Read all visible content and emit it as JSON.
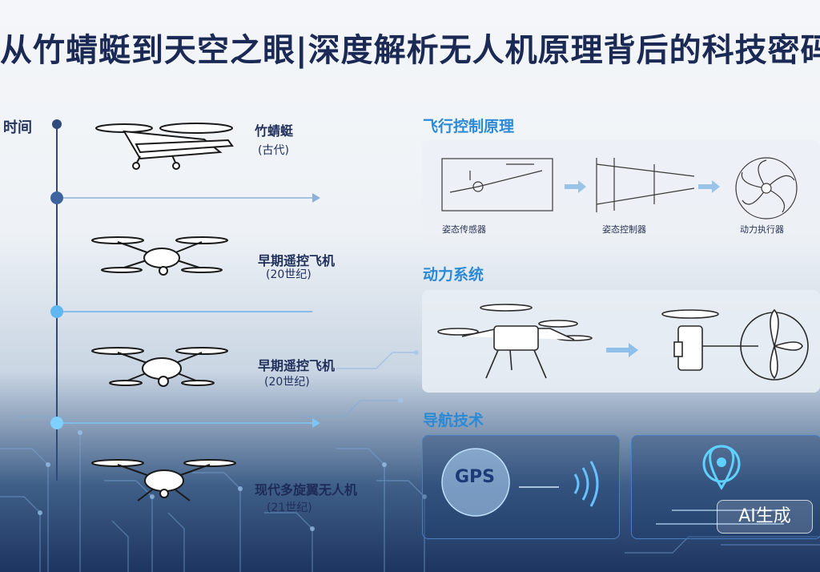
{
  "title": "从竹蜻蜓到天空之眼|深度解析无人机原理背后的科技密码",
  "timeline": {
    "label": "时间",
    "eras": [
      {
        "name": "竹蜻蜓",
        "date": "(古代)"
      },
      {
        "name": "早期遥控飞机",
        "date": "(20世纪)"
      },
      {
        "name": "早期遥控飞机",
        "date": "(20世纪)"
      },
      {
        "name": "现代多旋翼无人机",
        "date": "(21世纪)"
      }
    ]
  },
  "sections": {
    "flight_control": {
      "title": "飞行控制原理",
      "captions": [
        "姿态传感器",
        "姿态控制器",
        "动力执行器"
      ]
    },
    "power": {
      "title": "动力系统"
    },
    "navigation": {
      "title": "导航技术",
      "gps_label": "GPS"
    }
  },
  "badge": "AI生成",
  "colors": {
    "title": "#1b2a55",
    "accent": "#2b8ad6",
    "timeline": "#2e4a7c"
  }
}
